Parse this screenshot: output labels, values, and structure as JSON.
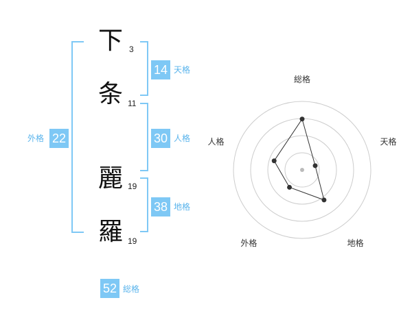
{
  "name": {
    "chars": [
      {
        "char": "下",
        "strokes": "3"
      },
      {
        "char": "条",
        "strokes": "11"
      },
      {
        "char": "麗",
        "strokes": "19"
      },
      {
        "char": "羅",
        "strokes": "19"
      }
    ]
  },
  "fortune": {
    "tenkaku": {
      "label": "天格",
      "value": "14"
    },
    "jinkaku": {
      "label": "人格",
      "value": "30"
    },
    "chikaku": {
      "label": "地格",
      "value": "38"
    },
    "gaikaku": {
      "label": "外格",
      "value": "22"
    },
    "soukaku": {
      "label": "総格",
      "value": "52"
    }
  },
  "chart_data": {
    "type": "radar",
    "axes": [
      "総格",
      "天格",
      "地格",
      "外格",
      "人格"
    ],
    "values": [
      52,
      14,
      38,
      22,
      30
    ],
    "rings": 4,
    "colors": {
      "fill": "#f0f0f0",
      "line": "#333333",
      "ring": "#cccccc"
    }
  }
}
